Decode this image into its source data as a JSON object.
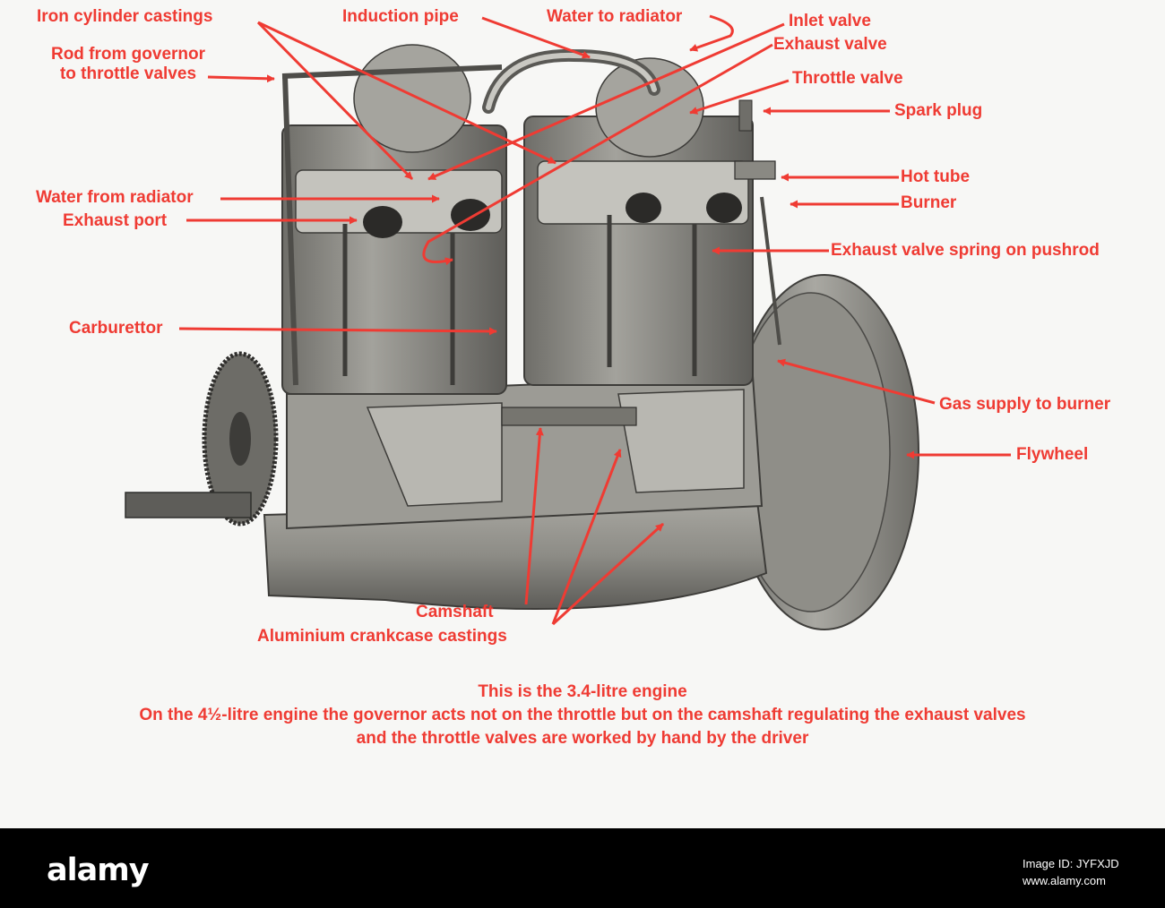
{
  "labels": {
    "iron_cylinder_castings": "Iron cylinder castings",
    "induction_pipe": "Induction pipe",
    "water_to_radiator": "Water to radiator",
    "inlet_valve": "Inlet valve",
    "exhaust_valve": "Exhaust valve",
    "rod_from_governor_1": "Rod from governor",
    "rod_from_governor_2": "to throttle valves",
    "throttle_valve": "Throttle valve",
    "spark_plug": "Spark plug",
    "hot_tube": "Hot tube",
    "burner": "Burner",
    "water_from_radiator": "Water from radiator",
    "exhaust_port": "Exhaust port",
    "exhaust_valve_spring": "Exhaust valve spring on pushrod",
    "carburettor": "Carburettor",
    "gas_supply_to_burner": "Gas supply to burner",
    "flywheel": "Flywheel",
    "camshaft": "Camshaft",
    "aluminium_crankcase_castings": "Aluminium crankcase castings"
  },
  "caption": {
    "line1": "This is the 3.4-litre engine",
    "line2": "On the 4½-litre engine the governor acts not on the throttle but on the camshaft regulating the exhaust valves",
    "line3": "and the throttle valves are worked by hand by the driver"
  },
  "watermark": {
    "logo": "alamy",
    "image_id": "Image ID: JYFXJD",
    "url": "www.alamy.com"
  },
  "colors": {
    "annotation": "#ef3b33",
    "banner": "#000000",
    "paper": "#f7f7f5"
  }
}
